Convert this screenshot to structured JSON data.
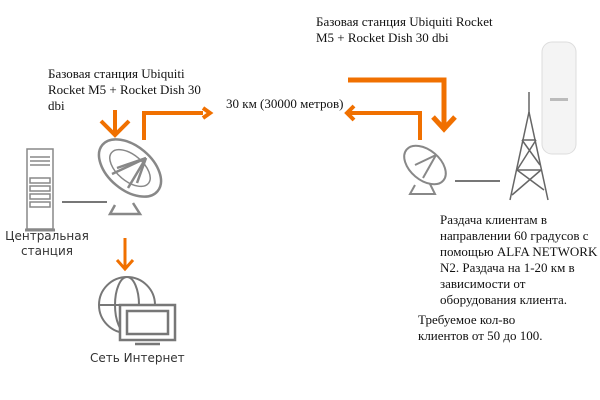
{
  "labels": {
    "remote_station": "Базовая станция Ubiquiti Rocket M5 + Rocket Dish 30 dbi",
    "local_station": "Базовая станция Ubiquiti Rocket M5 + Rocket Dish 30 dbi",
    "distance": "30 км (30000 метров)",
    "central_station": "Центральная станция",
    "internet": "Сеть Интернет",
    "distribution": "Раздача клиентам в направлении 60 градусов с помощью ALFA NETWORK N2. Раздача на 1-20 км в зависимости от оборудования клиента.",
    "clients": "Требуемое кол-во клиентов от 50 до 100."
  },
  "colors": {
    "accent": "#f07000",
    "device": "#777777"
  }
}
